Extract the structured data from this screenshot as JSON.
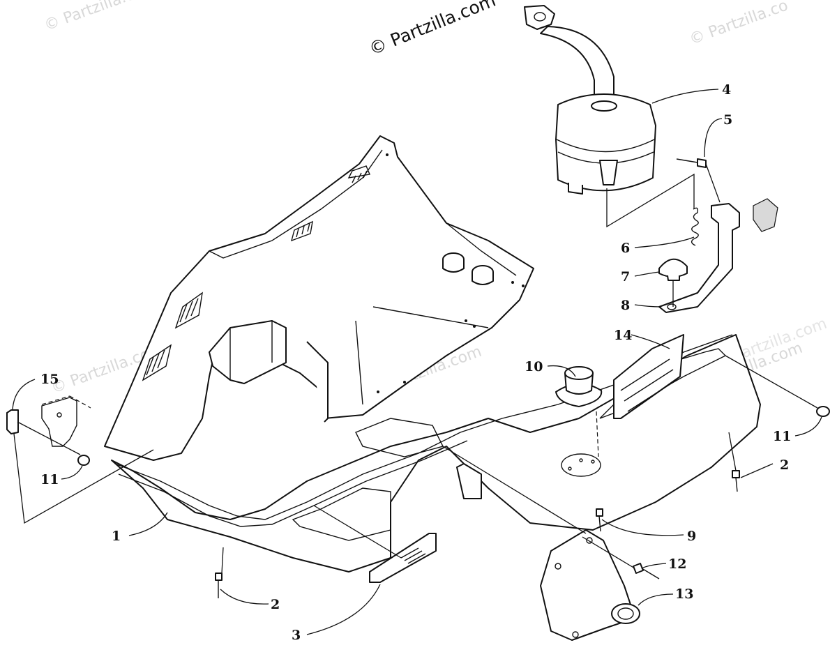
{
  "watermarks": {
    "main": "© Partzilla.com",
    "tile_top_left": "© Partzilla.co",
    "tile_top_right": "© Partzilla.co",
    "tile_mid_left": "© Partzilla.co",
    "tile_mid_center": "© Partzilla.com",
    "tile_mid_right": "© Partzilla.com",
    "tile_right_lower": "© Partzilla.com"
  },
  "callouts": {
    "c1": "1",
    "c2a": "2",
    "c2b": "2",
    "c3": "3",
    "c4": "4",
    "c5": "5",
    "c6": "6",
    "c7": "7",
    "c8": "8",
    "c9": "9",
    "c10": "10",
    "c11a": "11",
    "c11b": "11",
    "c12": "12",
    "c13": "13",
    "c14": "14",
    "c15": "15"
  }
}
